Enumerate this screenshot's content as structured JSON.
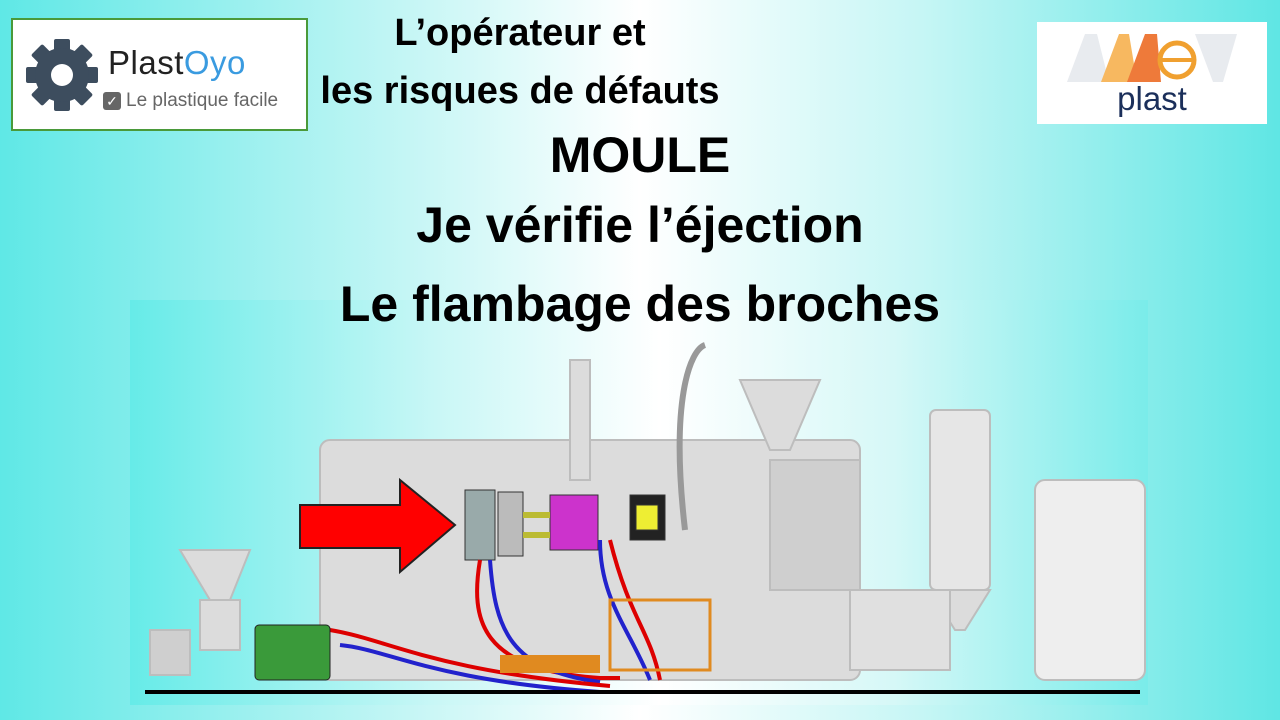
{
  "logos": {
    "left": {
      "name_part1": "Plast",
      "name_part2": "Oyo",
      "tagline": "Le plastique facile"
    },
    "right": {
      "text": "plast",
      "mark": "WeV"
    }
  },
  "title": {
    "line1": "L’opérateur et",
    "line2": "les risques de défauts",
    "line3": "MOULE",
    "line4": "Je vérifie l’éjection",
    "line5": "Le flambage des broches"
  },
  "colors": {
    "arrow": "#ff0000",
    "mold": "#cc33cc",
    "accent": "#3a9be0"
  }
}
